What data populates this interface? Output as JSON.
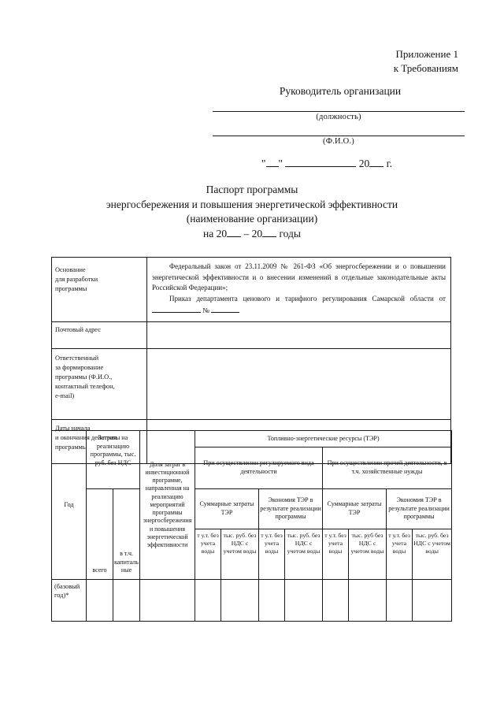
{
  "appendix": {
    "line1": "Приложение 1",
    "line2": "к Требованиям"
  },
  "signatory": {
    "title": "Руководитель организации",
    "caption_post": "(должность)",
    "caption_fio": "(Ф.И.О.)",
    "date_quote_open": "\"",
    "date_quote_close": "\"",
    "date_year_prefix": "20",
    "date_year_suffix": "г."
  },
  "doc_title": {
    "line1": "Паспорт программы",
    "line2": "энергосбережения и повышения энергетической эффективности",
    "line3": "(наименование организации)",
    "line4_a": "на 20",
    "line4_dash": "– 20",
    "line4_b": "годы"
  },
  "table_basis": {
    "rows": [
      {
        "label": "Основание\nдля разработки\nпрограммы",
        "paragraph1": "Федеральный закон от 23.11.2009 № 261-ФЗ «Об энергосбережении и о повышении энергетической эффективности и о внесении изменений в отдельные законодательные акты Российской Федерации»;",
        "paragraph2_pre": "Приказ департамента ценового и тарифного регулирования Самарской области от",
        "paragraph2_mid": "№",
        "value": ""
      },
      {
        "label": "Почтовый адрес",
        "value": ""
      },
      {
        "label": "Ответственный\nза формирование\nпрограммы (Ф.И.О.,\nконтактный телефон,\ne-mail)",
        "value": ""
      },
      {
        "label": "Даты начала\nи окончания действия\nпрограммы",
        "value": ""
      }
    ]
  },
  "table_indicators": {
    "col_year": "Год",
    "col_costs_group": "Затраты на реализацию программы, тыс. руб. без НДС",
    "col_costs_total": "всего",
    "col_costs_capital": "в т.ч. капитальные",
    "col_share": "Доля затрат в инвестиционной программе, направленная на реализацию мероприятий программы энергосбережения и повышения энергетической эффективности",
    "col_ter_group": "Топливно-энергетические ресурсы (ТЭР)",
    "group_regulated": "При осуществлении регулируемого вида деятельности",
    "group_other": "При осуществлении прочей деятельности, в т.ч. хозяйственные нужды",
    "sub_total_costs": "Суммарные затраты ТЭР",
    "sub_savings": "Экономия ТЭР в результате реализации программы",
    "sub_savings_alt": "Экономия ТЭР в результате реализации программы",
    "unit_tut": "т у.т. без учета воды",
    "unit_rub": "тыс. руб. без НДС с учетом воды",
    "unit_rub_alt": "тыс. руб без НДС с учетом воды",
    "data_rows": [
      {
        "year": "(базовый год)*",
        "cells": [
          "",
          "",
          "",
          "",
          "",
          "",
          "",
          "",
          "",
          ""
        ]
      }
    ]
  }
}
